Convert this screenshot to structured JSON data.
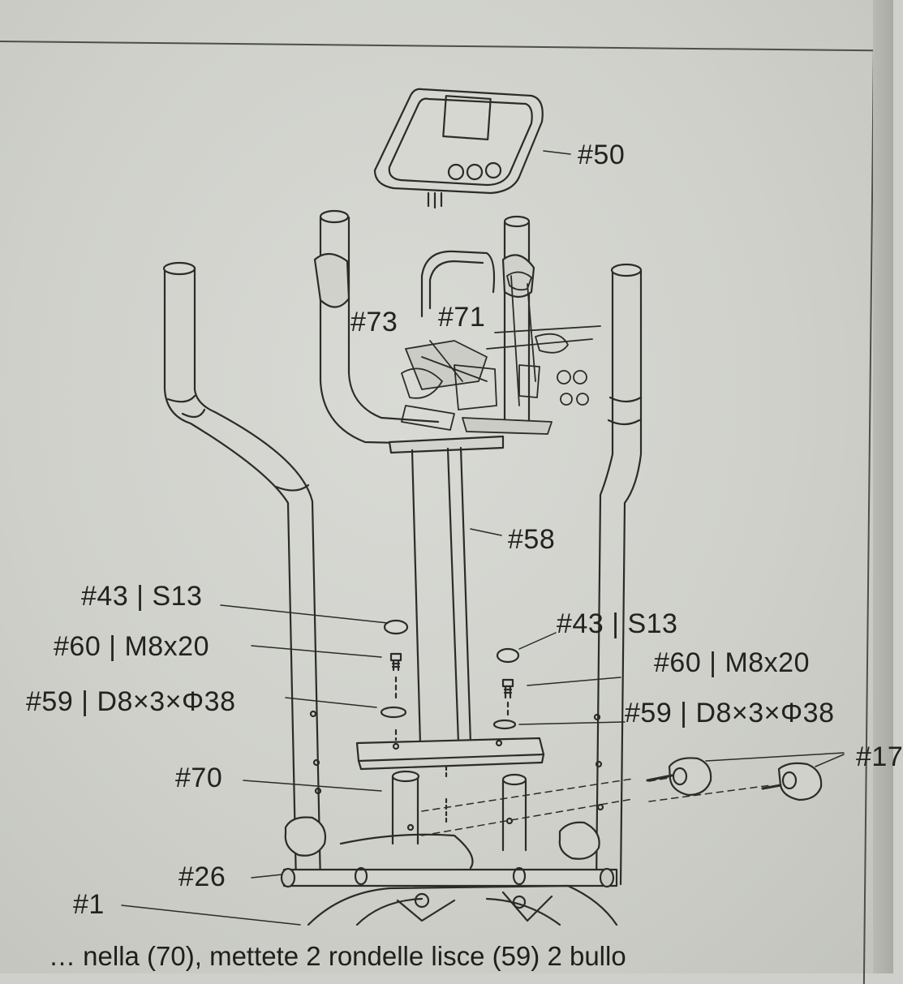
{
  "labels": {
    "console": "#50",
    "part73": "#73",
    "part71": "#71",
    "mast": "#58",
    "cap_left": "#43 | S13",
    "bolt_left": "#60 | M8x20",
    "washer_left": "#59 | D8×3×Φ38",
    "cap_right": "#43 | S13",
    "bolt_right": "#60 | M8x20",
    "washer_right": "#59 | D8×3×Φ38",
    "knob": "#17",
    "post": "#70",
    "crossbar": "#26",
    "frame": "#1"
  },
  "caption": "… nella (70), mettete 2 rondelle lisce (59) 2 bullo"
}
